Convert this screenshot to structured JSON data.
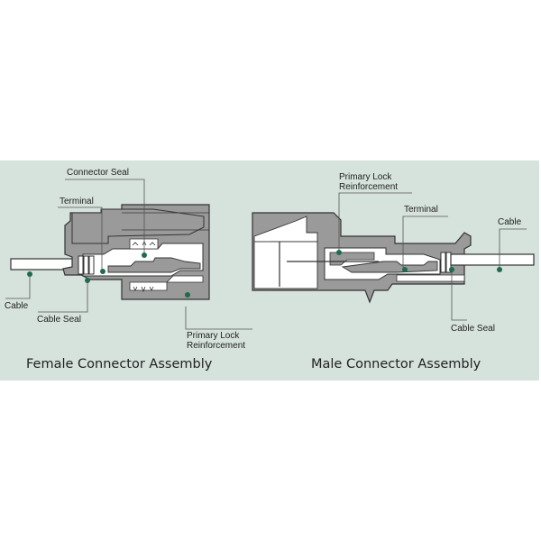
{
  "colors": {
    "background": "#d6e2dc",
    "housing": "#9a9a9a",
    "outline": "#3a3a3a",
    "callout_dot": "#1f6b4e",
    "cable": "#ffffff"
  },
  "female": {
    "title": "Female Connector Assembly",
    "labels": {
      "connector_seal": "Connector Seal",
      "terminal": "Terminal",
      "cable": "Cable",
      "cable_seal": "Cable Seal",
      "primary_lock_1": "Primary Lock",
      "primary_lock_2": "Reinforcement"
    }
  },
  "male": {
    "title": "Male Connector Assembly",
    "labels": {
      "primary_lock_1": "Primary Lock",
      "primary_lock_2": "Reinforcement",
      "terminal": "Terminal",
      "cable": "Cable",
      "cable_seal": "Cable Seal"
    }
  }
}
